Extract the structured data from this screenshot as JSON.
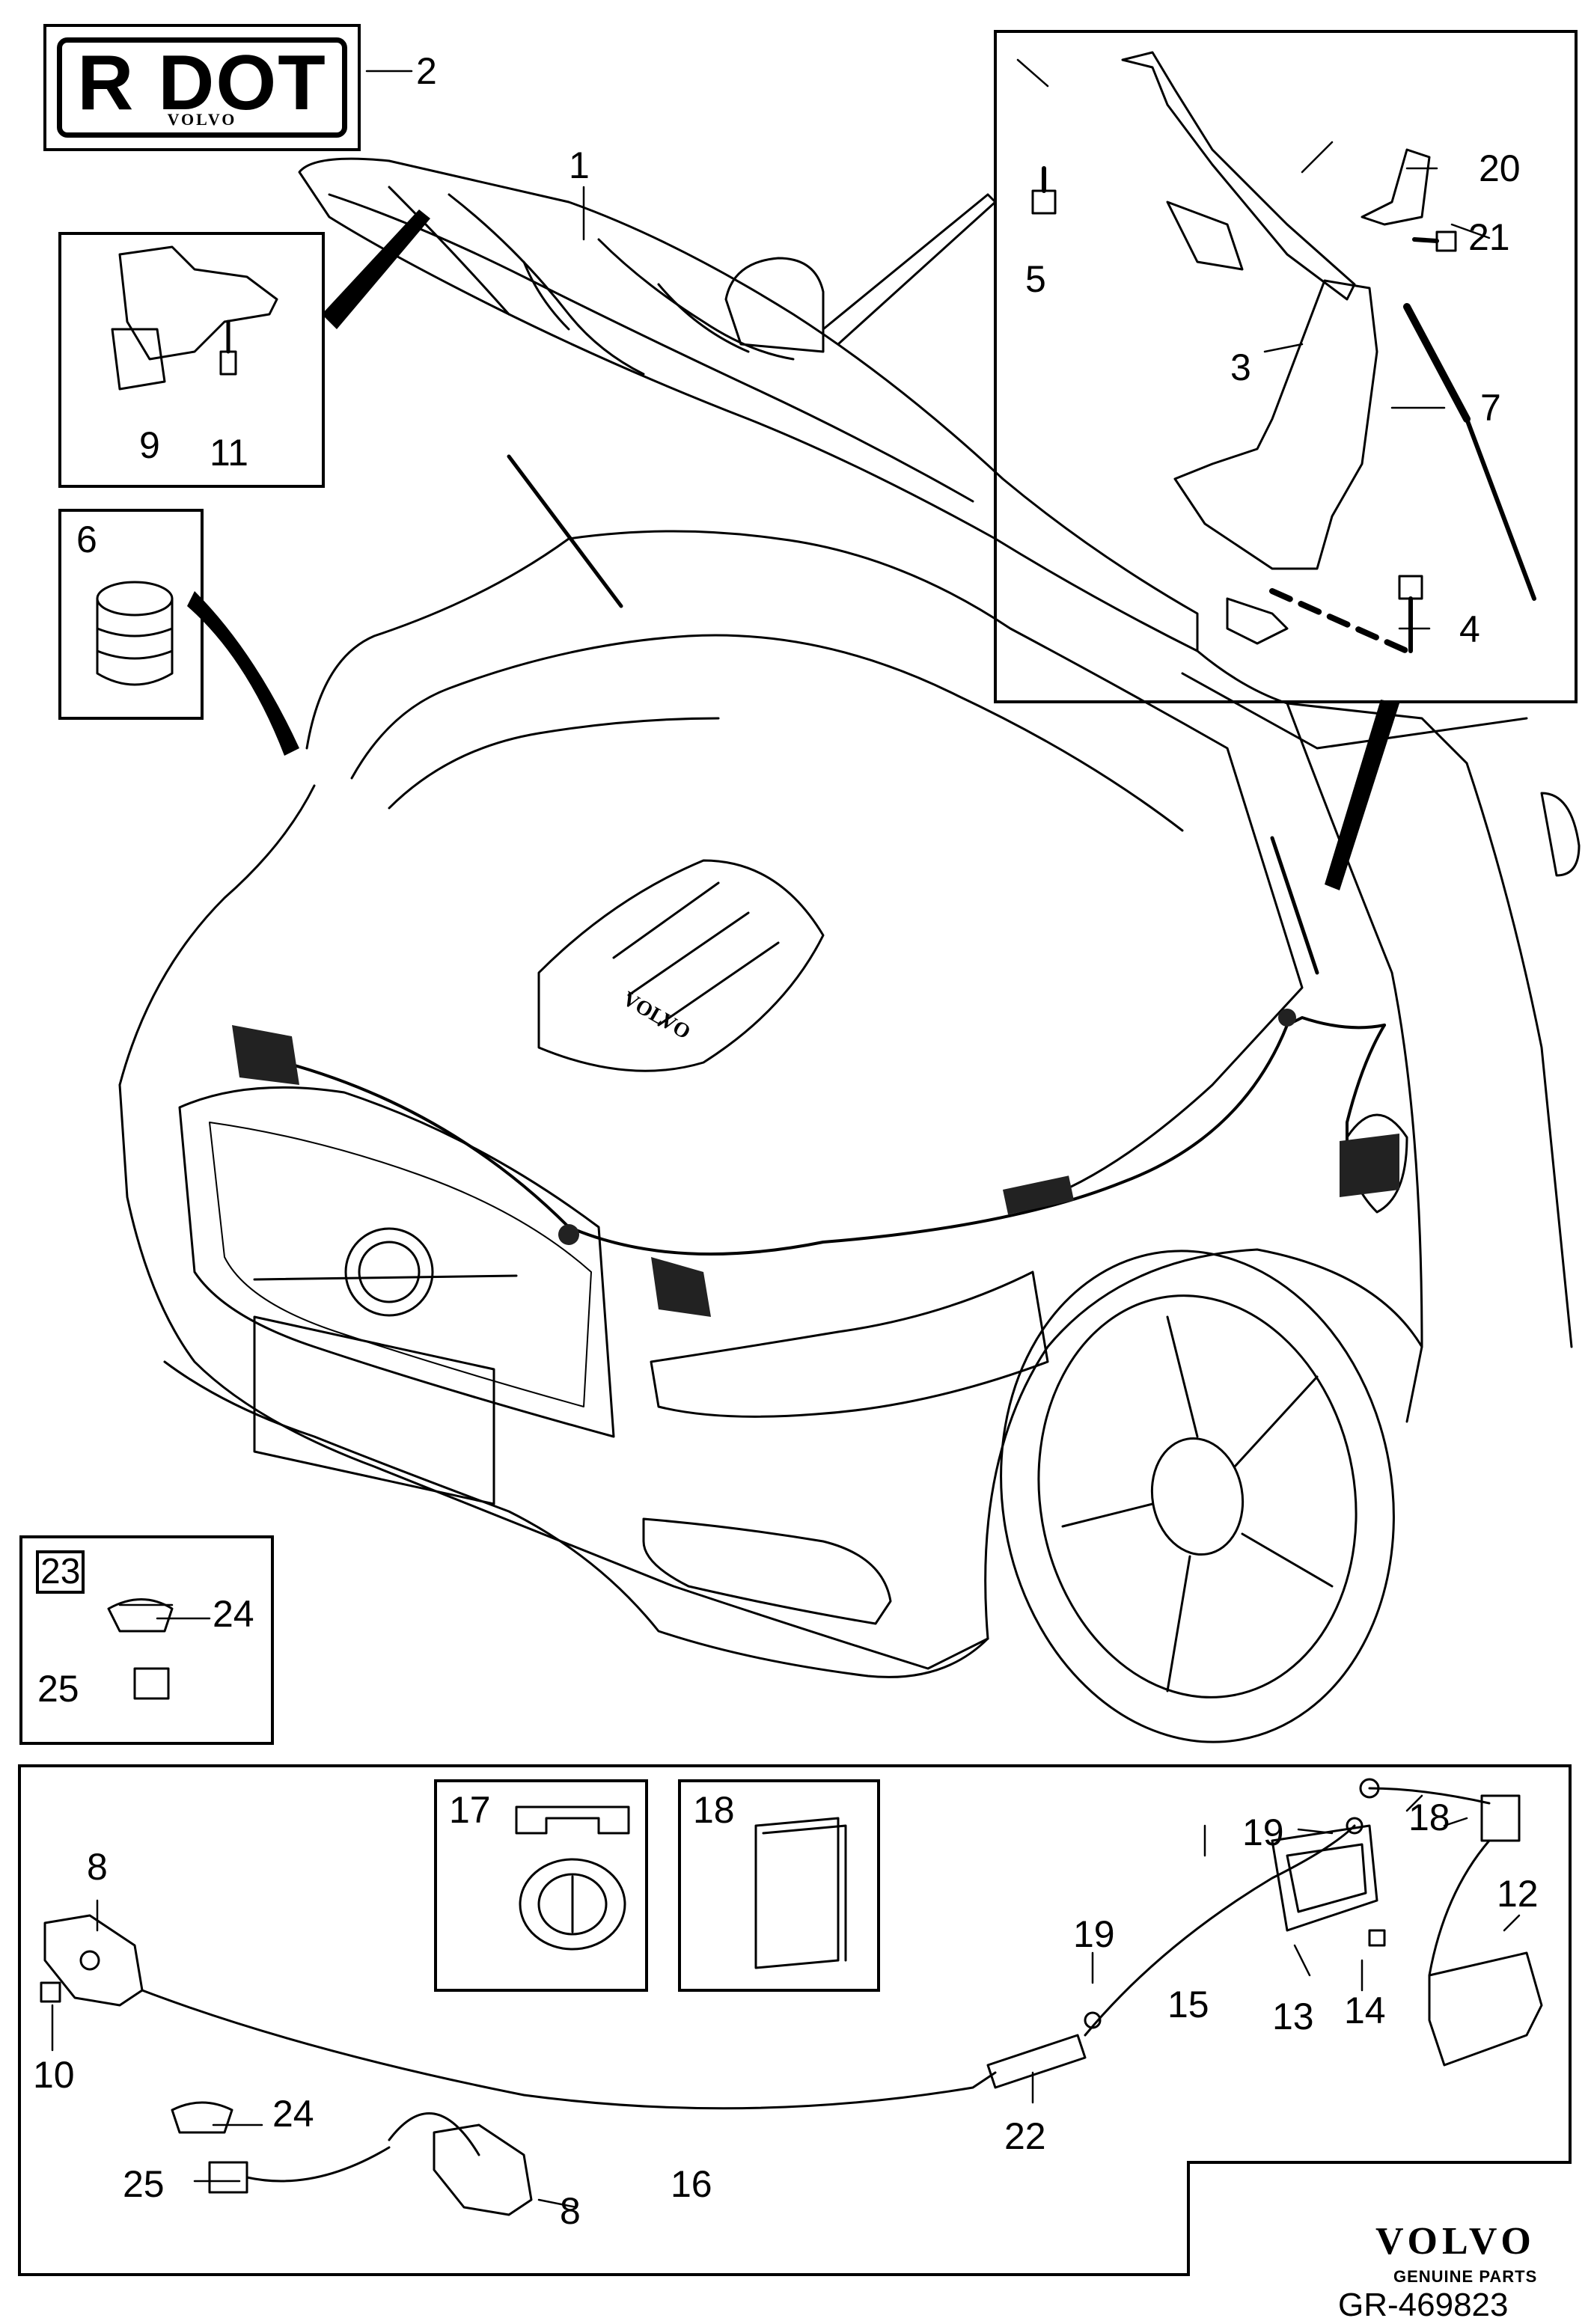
{
  "sticker": {
    "main": "R DOT",
    "sub": "VOLVO"
  },
  "callouts": {
    "c1": "1",
    "c2": "2",
    "c3": "3",
    "c4": "4",
    "c5": "5",
    "c6": "6",
    "c7": "7",
    "c8a": "8",
    "c8b": "8",
    "c9": "9",
    "c10": "10",
    "c11": "11",
    "c12": "12",
    "c13": "13",
    "c14": "14",
    "c15": "15",
    "c16": "16",
    "c17": "17",
    "c18a": "18",
    "c18b": "18",
    "c19a": "19",
    "c19b": "19",
    "c20": "20",
    "c21": "21",
    "c22": "22",
    "c23": "23",
    "c24a": "24",
    "c24b": "24",
    "c25a": "25",
    "c25b": "25"
  },
  "brand": {
    "name": "VOLVO",
    "tagline": "GENUINE PARTS"
  },
  "figure_code": "GR-469823",
  "colors": {
    "line": "#000000",
    "fill": "#ffffff",
    "part_dark": "#222222"
  }
}
